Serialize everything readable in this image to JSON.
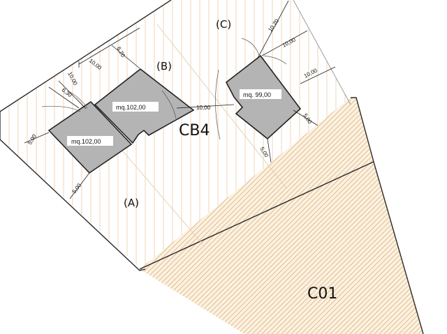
{
  "zones": {
    "cb4": "CB4",
    "c01": "C01"
  },
  "lots": {
    "a": "(A)",
    "b": "(B)",
    "c": "(C)"
  },
  "buildings": {
    "lower_left": "mq.102,00",
    "upper_left": "mq.102,00",
    "right": "mq. 99,00"
  },
  "dimensions": {
    "d_10_00_top_left": "10,00",
    "d_6_20": "6,20",
    "d_10_00_left_vert": "10,00",
    "d_6_30": "6,30",
    "d_5_00_left": "5,00",
    "d_5_00_bottom": "5,00",
    "d_10_00_between": "10,00",
    "d_10_20": "10,20",
    "d_10_00_top_right": "10,00",
    "d_10_00_right": "10,00",
    "d_5_00_right": "5,00",
    "d_5_00_right_bottom": "5,00"
  },
  "colors": {
    "building_fill": "#b4b4b4",
    "cb4_hatch": "#e8b98c",
    "c01_hatch": "#d9a86a",
    "c01_background": "#fbf1e1"
  }
}
